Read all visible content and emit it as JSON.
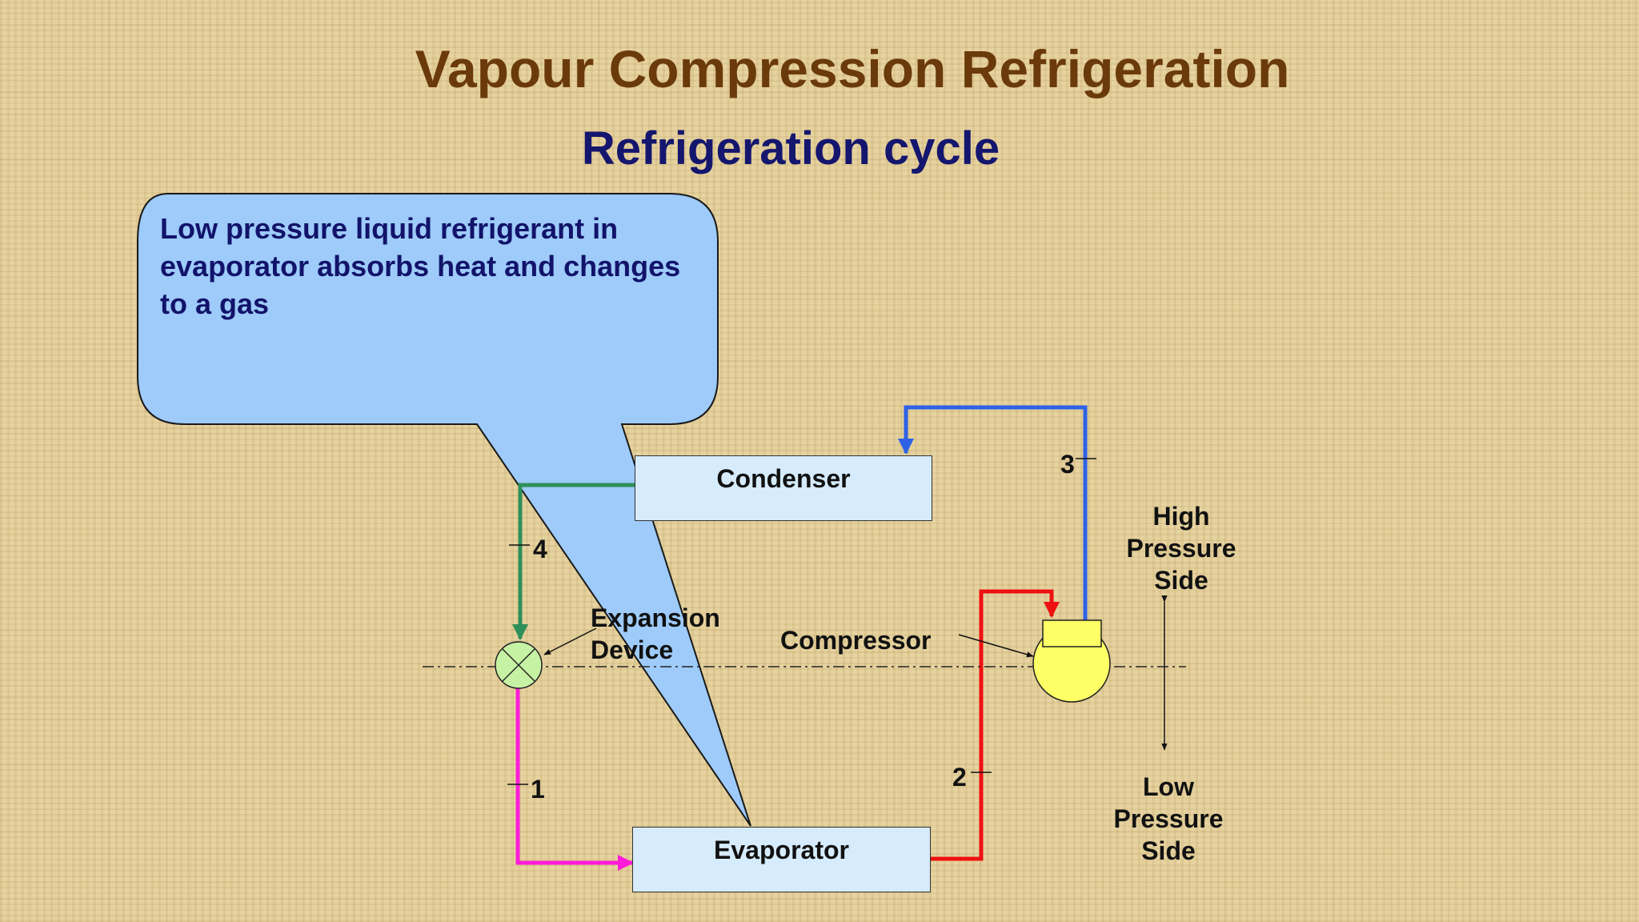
{
  "title": "Vapour Compression Refrigeration",
  "subtitle": "Refrigeration cycle",
  "callout": {
    "text": "Low pressure liquid refrigerant in evaporator absorbs heat and changes to a gas"
  },
  "components": {
    "condenser": "Condenser",
    "evaporator": "Evaporator",
    "compressor": "Compressor",
    "expansion_device_line1": "Expansion",
    "expansion_device_line2": "Device"
  },
  "state_points": {
    "p1": "1",
    "p2": "2",
    "p3": "3",
    "p4": "4"
  },
  "sides": {
    "high_line1": "High",
    "high_line2": "Pressure",
    "high_line3": "Side",
    "low_line1": "Low",
    "low_line2": "Pressure",
    "low_line3": "Side"
  },
  "colors": {
    "title": "#6b3a0b",
    "subtitle": "#15166e",
    "callout_fill": "#9ecbfa",
    "pipe_condenser_to_expansion": "#2f8f5a",
    "pipe_expansion_to_evaporator": "#ff1cd8",
    "pipe_evaporator_to_compressor": "#ee1111",
    "pipe_compressor_to_condenser": "#2e62e6",
    "compressor_fill": "#ffff66",
    "expansion_fill": "#c6f2a4"
  }
}
